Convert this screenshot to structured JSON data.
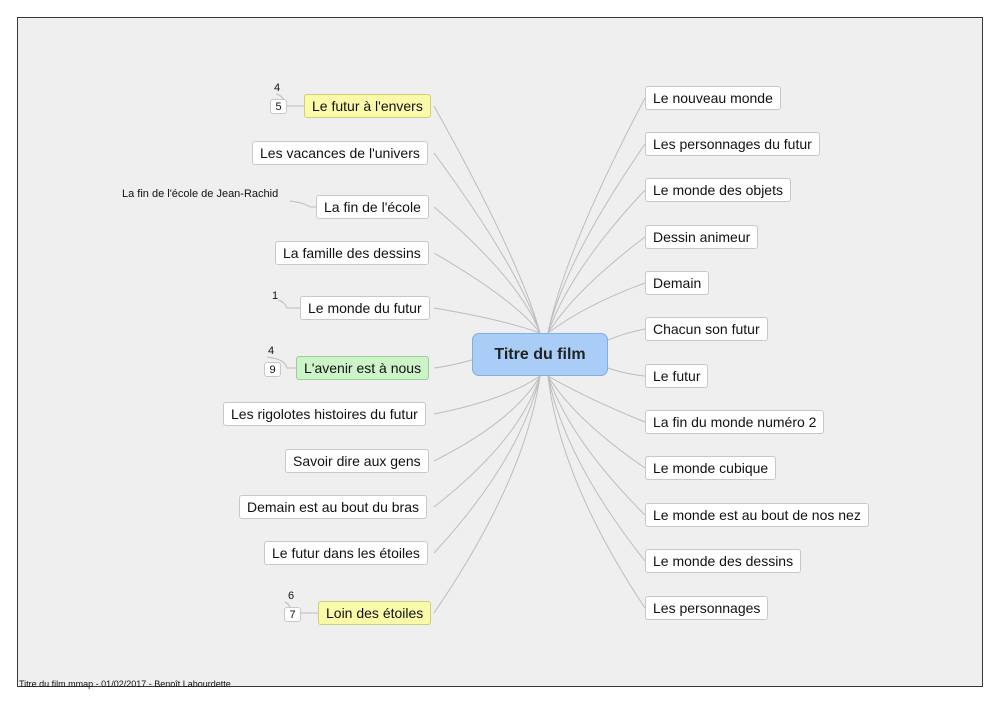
{
  "central": "Titre du film",
  "left_topics": [
    {
      "label": "Le futur à l'envers"
    },
    {
      "label": "Les vacances de l'univers"
    },
    {
      "label": "La fin de l'école"
    },
    {
      "label": "La famille des dessins"
    },
    {
      "label": "Le monde du futur"
    },
    {
      "label": "L'avenir est à nous"
    },
    {
      "label": "Les rigolotes histoires du futur"
    },
    {
      "label": "Savoir dire aux gens"
    },
    {
      "label": "Demain est au bout du bras"
    },
    {
      "label": "Le futur dans les étoiles"
    },
    {
      "label": "Loin des étoiles"
    }
  ],
  "right_topics": [
    {
      "label": "Le nouveau monde"
    },
    {
      "label": "Les personnages du futur"
    },
    {
      "label": "Le monde des objets"
    },
    {
      "label": "Dessin animeur"
    },
    {
      "label": "Demain"
    },
    {
      "label": "Chacun son futur"
    },
    {
      "label": "Le futur"
    },
    {
      "label": "La fin du monde numéro 2"
    },
    {
      "label": "Le monde cubique"
    },
    {
      "label": "Le monde est au bout de nos nez"
    },
    {
      "label": "Le monde des dessins"
    },
    {
      "label": "Les personnages"
    }
  ],
  "markers": {
    "futur_envers": {
      "top": "4",
      "box": "5"
    },
    "monde_futur": {
      "top": "1"
    },
    "avenir": {
      "top": "4",
      "box": "9"
    },
    "loin": {
      "top": "6",
      "box": "7"
    }
  },
  "note": "La fin de l'école de Jean-Rachid",
  "footer": "Titre du film.mmap - 01/02/2017 - Benoît Labourdette",
  "colors": {
    "central": "#a9cdf7",
    "highlight_yellow": "#fafaa8",
    "highlight_green": "#cdf3c9",
    "background": "#efefef"
  }
}
